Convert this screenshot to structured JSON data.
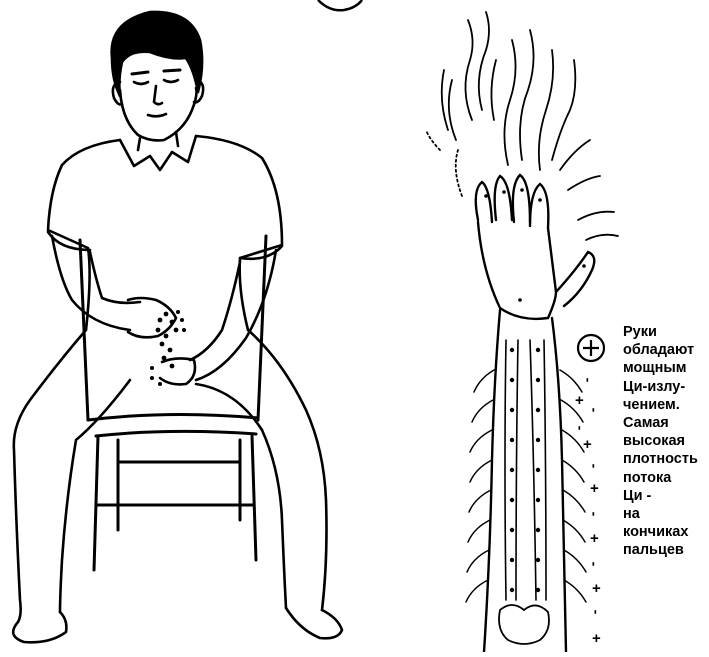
{
  "caption": {
    "lines": [
      "Руки",
      "обладают",
      "мощным",
      "Ци-излу-",
      "чением.",
      "Самая",
      "высокая",
      "плотность",
      "потока",
      "Ци -",
      "на",
      "кончиках",
      "пальцев"
    ]
  },
  "symbols": {
    "charge_circle": "⊕",
    "plus": "+",
    "minus": "-"
  },
  "colors": {
    "ink": "#000000",
    "paper": "#ffffff"
  }
}
